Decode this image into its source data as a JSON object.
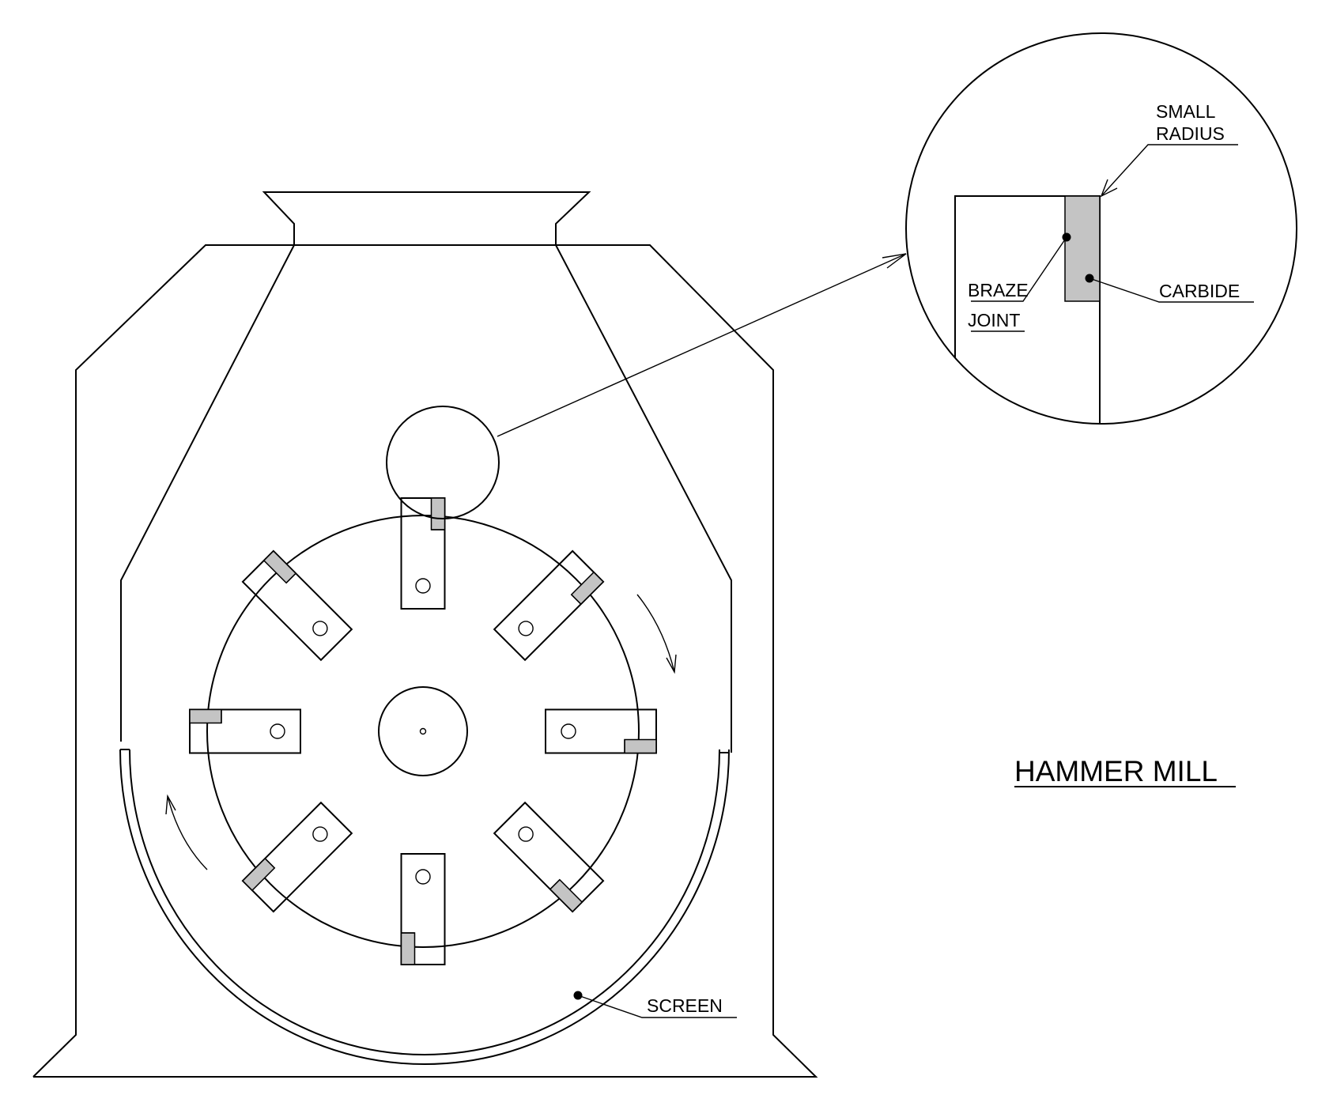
{
  "title": "HAMMER MILL",
  "labels": {
    "small_radius_line1": "SMALL",
    "small_radius_line2": "RADIUS",
    "carbide": "CARBIDE",
    "braze_line1": "BRAZE",
    "braze_line2": "JOINT",
    "screen": "SCREEN"
  },
  "rotor": {
    "hammer_count": 8
  },
  "colors": {
    "line": "#000000",
    "carbide_fill": "#c4c4c4",
    "background": "#ffffff"
  }
}
